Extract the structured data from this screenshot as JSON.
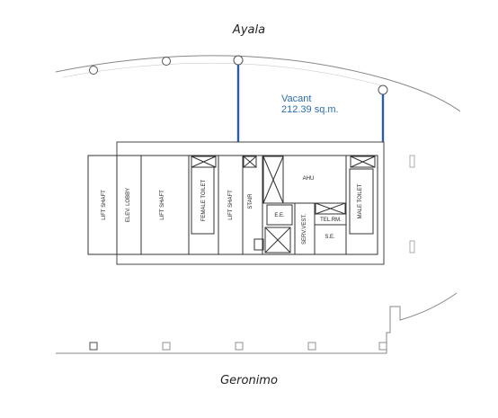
{
  "streets": {
    "top": "Ayala",
    "bottom": "Geronimo"
  },
  "vacant": {
    "label": "Vacant",
    "area": "212.39 sq.m."
  },
  "rooms": {
    "lift_shaft_1": "LIFT SHAFT",
    "elev_lobby": "ELEV. LOBBY",
    "lift_shaft_2": "LIFT SHAFT",
    "female_toilet": "FEMALE TOILET",
    "lift_shaft_3": "LIFT SHAFT",
    "stair": "STAIR",
    "ee": "E.E.",
    "ahu": "AHU",
    "serv_vest": "SERV.VEST.",
    "tel_rm": "TEL.RM.",
    "se": "S.E.",
    "male_toilet": "MALE TOILET"
  },
  "colors": {
    "line": "#333333",
    "accent": "#2a5ca8",
    "label": "#2b6cb0",
    "outline": "#bbbbbb"
  }
}
